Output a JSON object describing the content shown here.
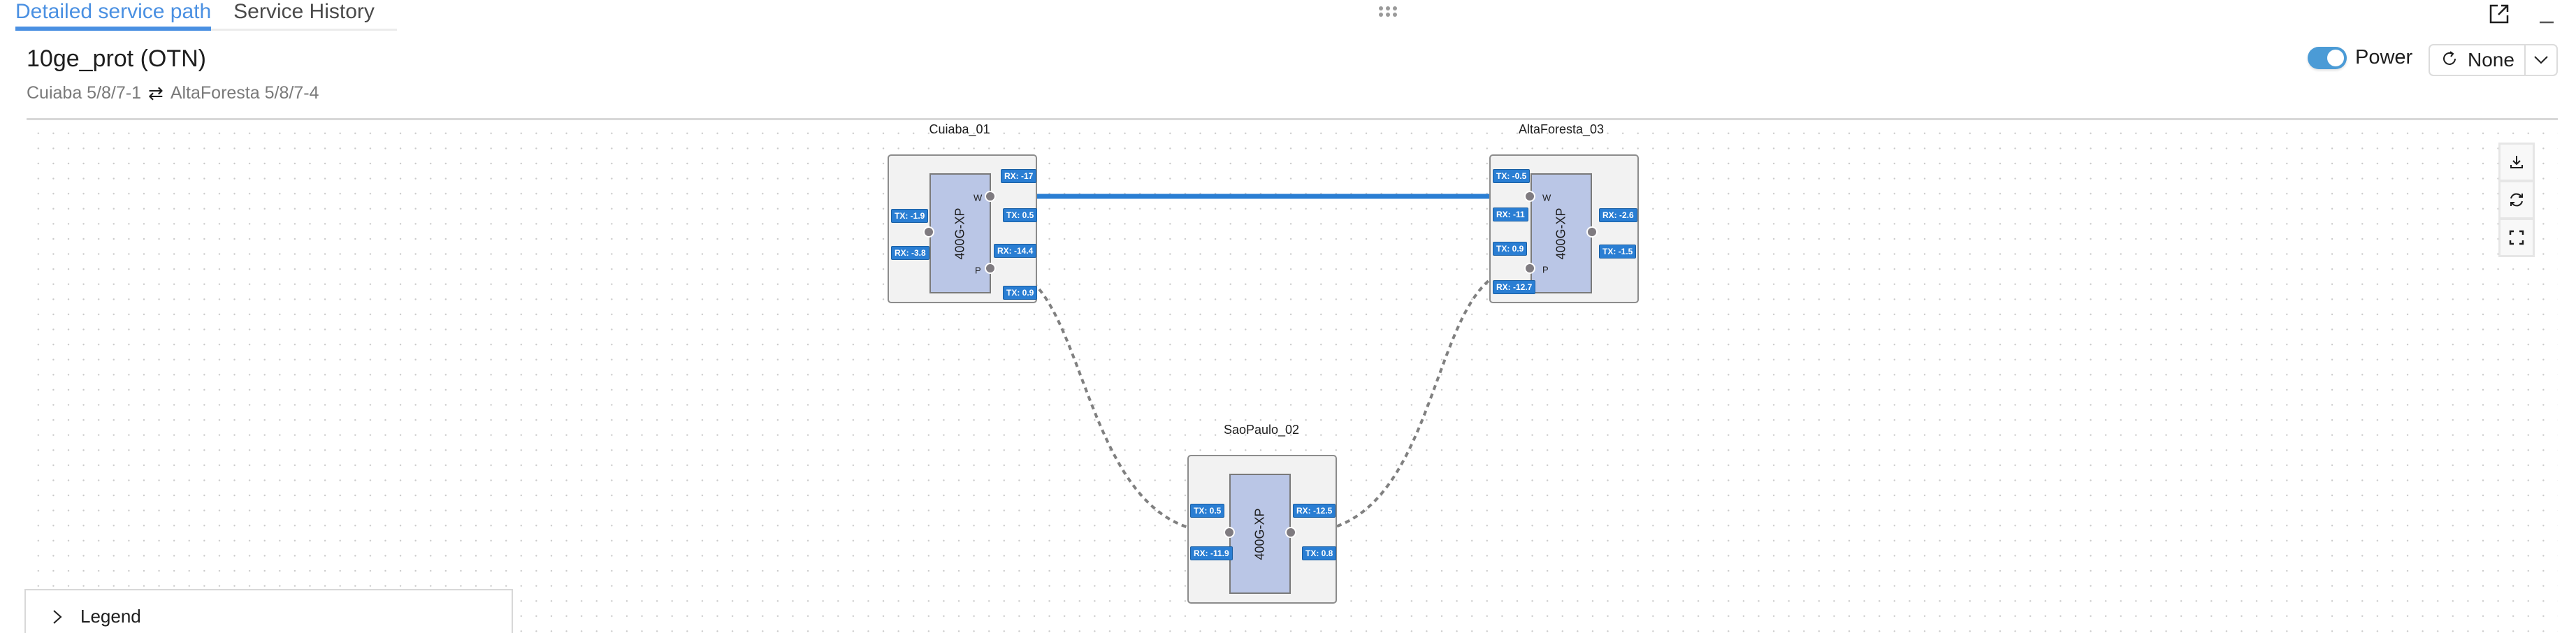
{
  "tabs": [
    {
      "label": "Detailed service path",
      "active": true
    },
    {
      "label": "Service History",
      "active": false
    }
  ],
  "window_icons": {
    "external": "external-link-icon",
    "minimize": "minimize-icon"
  },
  "service": {
    "title": "10ge_prot (OTN)",
    "endpoint_a": "Cuiaba 5/8/7-1",
    "swap_glyph": "⇄",
    "endpoint_b": "AltaForesta 5/8/7-4"
  },
  "controls": {
    "power_label": "Power",
    "power_on": true,
    "refresh_label": "None",
    "refresh_icon": "refresh-icon",
    "caret_icon": "chevron-down-icon"
  },
  "colors": {
    "accent": "#4a90e2",
    "working_link": "#2a7ed3",
    "protect_link": "#808080",
    "badge": "#2a7ed3",
    "card": "#bac6e6",
    "node_bg": "#f2f2f2"
  },
  "nodes": [
    {
      "name": "Cuiaba_01",
      "card": "400G-XP",
      "port_letters": {
        "w": "W",
        "p": "P"
      },
      "labels": {
        "w_rx": "RX: -17",
        "w_tx": "TX: 0.5",
        "p_rx": "RX: -14.4",
        "p_tx": "TX: 0.9",
        "client_tx": "TX: -1.9",
        "client_rx": "RX: -3.8"
      }
    },
    {
      "name": "AltaForesta_03",
      "card": "400G-XP",
      "port_letters": {
        "w": "W",
        "p": "P"
      },
      "labels": {
        "w_tx": "TX: -0.5",
        "w_rx": "RX: -11",
        "p_tx": "TX: 0.9",
        "p_rx": "RX: -12.7",
        "client_rx": "RX: -2.6",
        "client_tx": "TX: -1.5"
      }
    },
    {
      "name": "SaoPaulo_02",
      "card": "400G-XP",
      "labels": {
        "left_tx": "TX: 0.5",
        "left_rx": "RX: -11.9",
        "right_rx": "RX: -12.5",
        "right_tx": "TX: 0.8"
      }
    }
  ],
  "links": [
    {
      "from": "Cuiaba_01 W",
      "to": "AltaForesta_03 W",
      "type": "working"
    },
    {
      "from": "Cuiaba_01 P",
      "to": "SaoPaulo_02",
      "type": "protect"
    },
    {
      "from": "SaoPaulo_02",
      "to": "AltaForesta_03 P",
      "type": "protect"
    }
  ],
  "side_tools": [
    "download-icon",
    "refresh-layout-icon",
    "fit-screen-icon"
  ],
  "legend": {
    "label": "Legend",
    "expanded": false
  }
}
